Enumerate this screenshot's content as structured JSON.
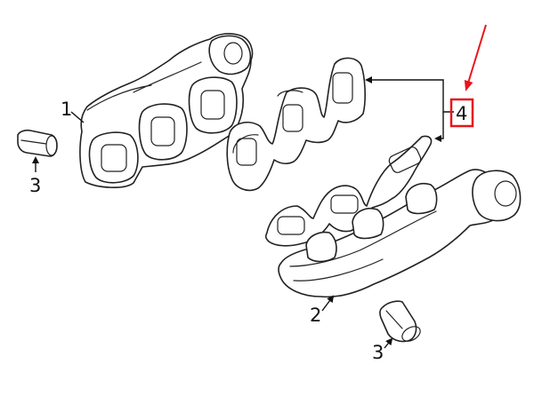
{
  "callouts": {
    "part_1": "1",
    "part_2": "2",
    "part_3_left": "3",
    "part_3_right": "3",
    "part_4": "4"
  },
  "colors": {
    "highlight": "#e8141b",
    "line": "#222222",
    "background": "#ffffff"
  }
}
